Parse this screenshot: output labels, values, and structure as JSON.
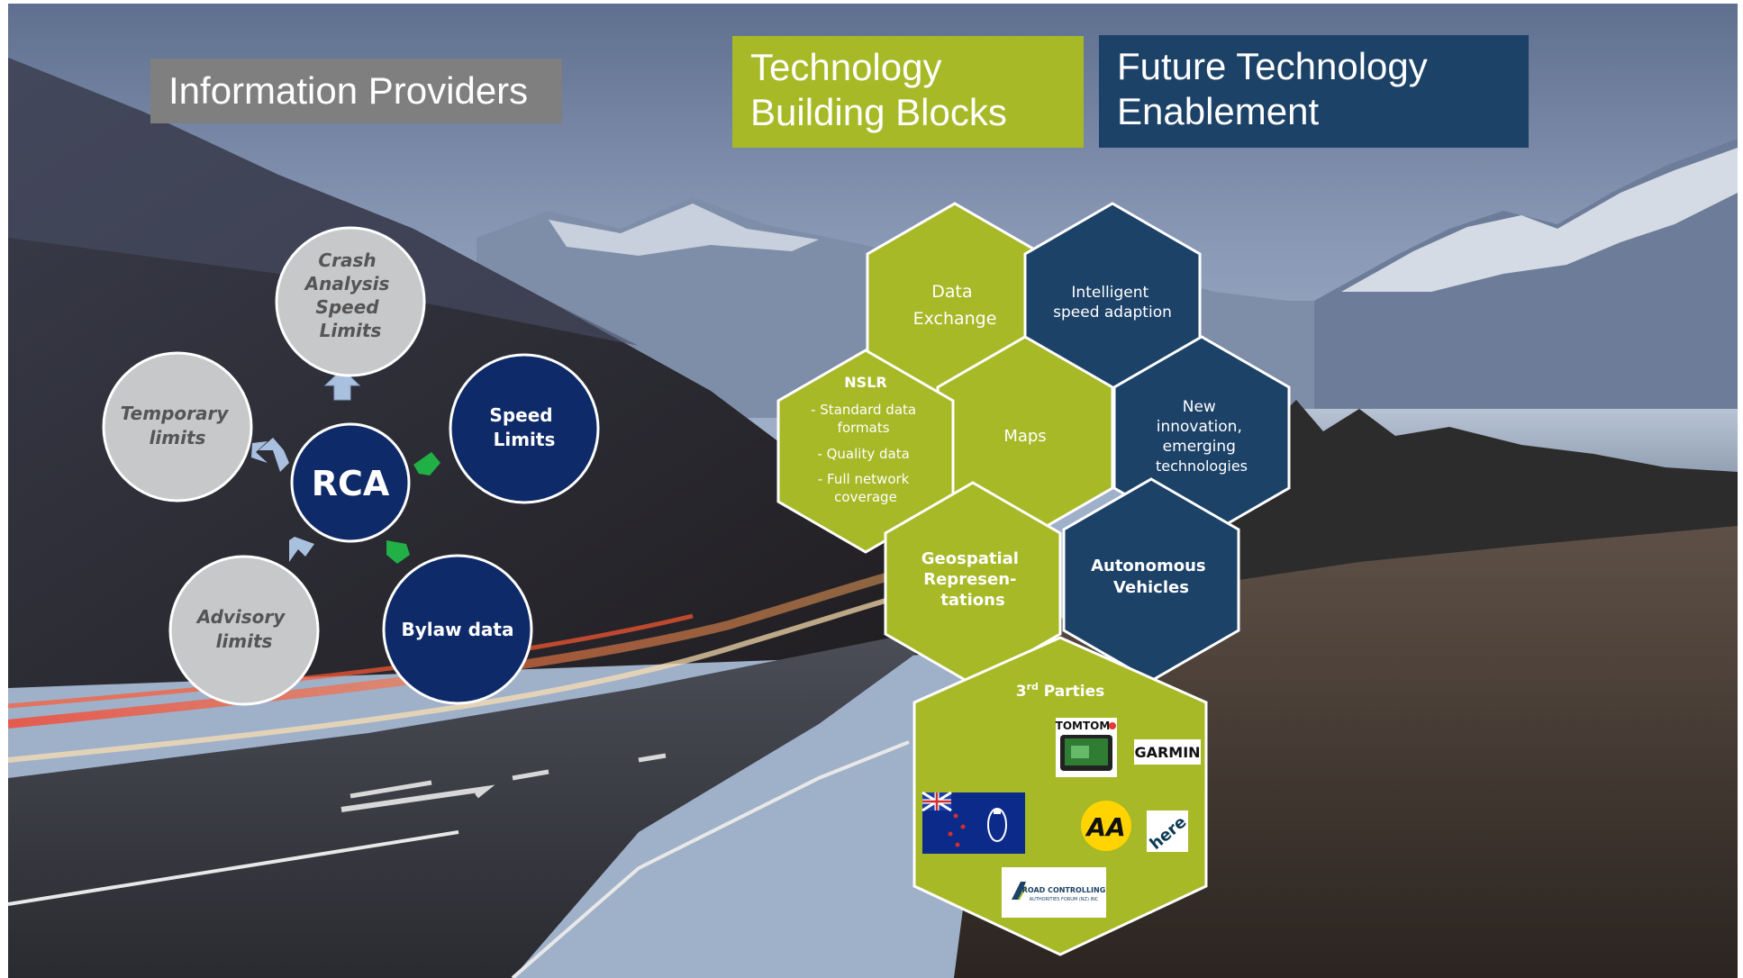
{
  "headers": {
    "information_providers": "Information Providers",
    "technology_building_blocks": [
      "Technology",
      "Building Blocks"
    ],
    "future_technology": [
      "Future Technology",
      "Enablement"
    ]
  },
  "rca_cycle": {
    "center": "RCA",
    "nodes": {
      "crash": [
        "Crash",
        "Analysis",
        "Speed",
        "Limits"
      ],
      "speed_limits": [
        "Speed",
        "Limits"
      ],
      "bylaw": [
        "Bylaw data"
      ],
      "advisory": [
        "Advisory",
        "limits"
      ],
      "temporary": [
        "Temporary",
        "limits"
      ]
    }
  },
  "hexagons": {
    "data_exchange": [
      "Data",
      "Exchange"
    ],
    "intelligent_speed": [
      "Intelligent",
      "speed adaption"
    ],
    "nslr": {
      "title": "NSLR",
      "bullets": [
        [
          "- Standard data",
          "formats"
        ],
        [
          "- Quality data"
        ],
        [
          "- Full network",
          "coverage"
        ]
      ]
    },
    "maps": [
      "Maps"
    ],
    "new_innovation": [
      "New",
      "innovation,",
      "emerging",
      "technologies"
    ],
    "geospatial": [
      "Geospatial",
      "Represen-",
      "tations"
    ],
    "autonomous": [
      "Autonomous",
      "Vehicles"
    ],
    "third_parties": {
      "base": "3",
      "sup": "rd",
      "rest": " Parties"
    }
  },
  "logos": {
    "tomtom": "TOMTOM",
    "garmin": "GARMIN",
    "aa": "AA",
    "here": "here",
    "rca_forum": [
      "ROAD CONTROLLING",
      "AUTHORITIES FORUM (NZ) INC"
    ]
  },
  "colors": {
    "lime": "#a7b927",
    "navy_hex": "#1c4268",
    "navy_circle": "#0e2a68",
    "grey_circle": "#c7c8ca",
    "grey_header": "#7f7f7f",
    "arrow_blue": "#a9c0df",
    "arrow_green": "#20b046"
  }
}
